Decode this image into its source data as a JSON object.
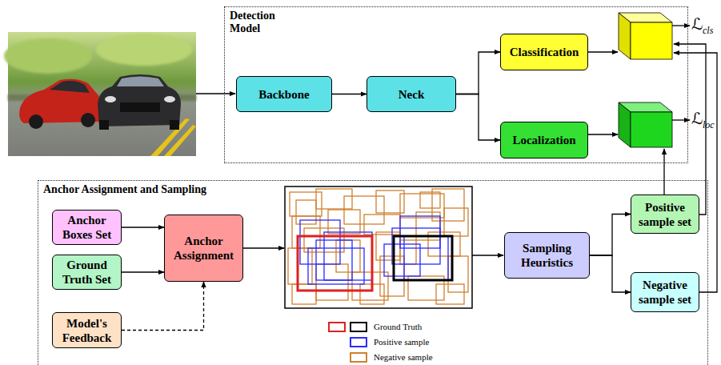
{
  "diagram": {
    "nodes": [
      {
        "text": [
          "Detection Model"
        ]
      },
      {
        "text": [
          "Backbone"
        ],
        "in": 0
      },
      {
        "text": [
          "Neck"
        ],
        "in": 0
      },
      {
        "text": [
          "Classification"
        ],
        "in": 0
      },
      {
        "text": [
          "Localization"
        ],
        "in": 0
      },
      {
        "text": [
          "Anchor Assignment and Sampling"
        ]
      },
      {
        "text": [
          "Anchor Boxes Set"
        ],
        "in": 5
      },
      {
        "text": [
          "Ground Truth Set"
        ],
        "in": 5
      },
      {
        "text": [
          "Model's Feedback"
        ],
        "in": 5
      },
      {
        "text": [
          "Anchor Assignment"
        ],
        "in": 5
      },
      {
        "text": [
          "Sampling Heuristics"
        ],
        "in": 5
      },
      {
        "text": [
          "Positive sample set"
        ],
        "in": 5
      },
      {
        "text": [
          "Negative sample set"
        ],
        "in": 5
      }
    ],
    "edges": [
      {
        "from": 1,
        "to": 2,
        "arrow": "to"
      },
      {
        "from": 2,
        "to": 3,
        "arrow": "to"
      },
      {
        "from": 2,
        "to": 4,
        "arrow": "to"
      },
      {
        "from": 6,
        "to": 9,
        "arrow": "to"
      },
      {
        "from": 7,
        "to": 9,
        "arrow": "to"
      },
      {
        "from": 8,
        "to": 9,
        "arrow": "to"
      },
      {
        "from": 10,
        "to": 11,
        "arrow": "to"
      },
      {
        "from": 10,
        "to": 12,
        "arrow": "to"
      }
    ],
    "labels": [
      "ℒ",
      "cls",
      "ℒ",
      "loc"
    ],
    "legend": [
      {
        "text": "Ground Truth"
      },
      {
        "text": "Positive sample",
        "color": "#2a2aff"
      },
      {
        "text": "Negative sample",
        "color": "#d0802e"
      }
    ]
  }
}
